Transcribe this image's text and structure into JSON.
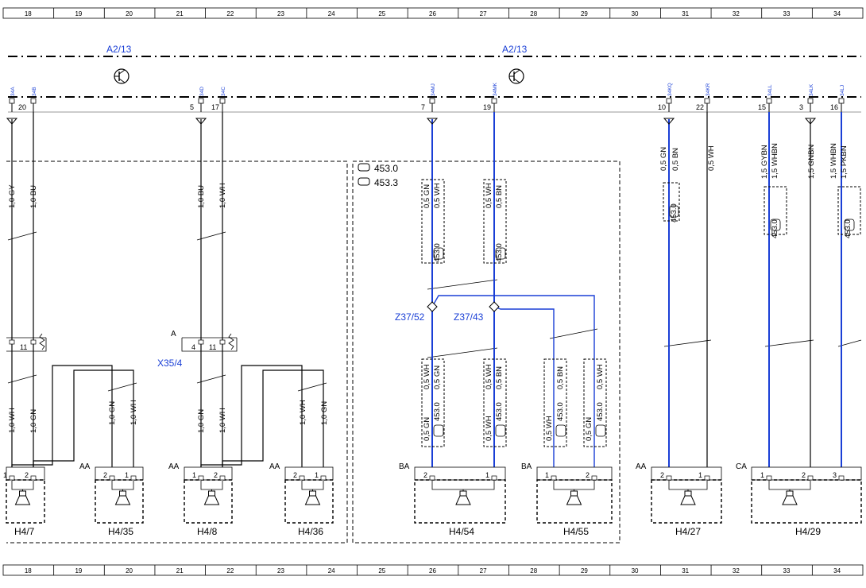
{
  "grid": {
    "columns": [
      "18",
      "19",
      "20",
      "21",
      "22",
      "23",
      "24",
      "25",
      "26",
      "27",
      "28",
      "29",
      "30",
      "31",
      "32",
      "33",
      "34"
    ]
  },
  "units": {
    "unit_left": "A2/13",
    "unit_right": "A2/13"
  },
  "top_pins": [
    {
      "tag": "34A",
      "num": "20"
    },
    {
      "tag": "34B",
      "num": ""
    },
    {
      "tag": "34D",
      "num": "5"
    },
    {
      "tag": "34C",
      "num": "17"
    },
    {
      "tag": "34MJ",
      "num": "7"
    },
    {
      "tag": "34MK",
      "num": "19"
    },
    {
      "tag": "34KQ",
      "num": "10"
    },
    {
      "tag": "34KR",
      "num": "22"
    },
    {
      "tag": "34LL",
      "num": "15"
    },
    {
      "tag": "34LK",
      "num": "3"
    },
    {
      "tag": "34LJ",
      "num": "16"
    }
  ],
  "model_box": {
    "codes": [
      "453.0",
      "453.3"
    ]
  },
  "wire_labels": {
    "w1": "1,0 GY",
    "w2": "1,0 BU",
    "w3": "1,0 BU",
    "w4": "1,0 WH",
    "w5": "0,5 GN",
    "w6": "0,5 WH",
    "w7": "0,5 WH",
    "w8": "0,5 BN",
    "w9": "0,5 GN",
    "w10": "0,5 BN",
    "w11": "0,5 WH",
    "w12": "1,5 GYBN",
    "w13": "1,5 WHBN",
    "w14": "1,5 GNBN",
    "w15": "1,5 WHBN",
    "w16": "1,5 PKBN",
    "l1": "1,0 WH",
    "l2": "1,0 GN",
    "l3": "1,0 GN",
    "l4": "1,0 WH",
    "l5": "1,0 GN",
    "l6": "1,0 WH",
    "l7": "1,0 WH",
    "l8": "1,0 GN",
    "m1": "0,5 WH",
    "m2": "0,5 GN",
    "m3": "0,5 BN",
    "m4": "0,5 WH",
    "n1": "0,5 GN",
    "n2": "0,5 WH",
    "n3": "0,5 WH",
    "n4": "0,5 GN",
    "code": "453.0"
  },
  "connector_x35": {
    "label": "X35/4",
    "side_label": "A",
    "pins": [
      "4",
      "11"
    ],
    "pins_left": [
      "11"
    ]
  },
  "splices": [
    {
      "label": "Z37/52"
    },
    {
      "label": "Z37/43"
    }
  ],
  "speakers": [
    {
      "id": "H4/7",
      "group": "",
      "pins": [
        "1",
        "2"
      ]
    },
    {
      "id": "H4/35",
      "group": "AA",
      "pins": [
        "2",
        "1"
      ]
    },
    {
      "id": "H4/8",
      "group": "AA",
      "pins": [
        "1",
        "2"
      ]
    },
    {
      "id": "H4/36",
      "group": "AA",
      "pins": [
        "2",
        "1"
      ]
    },
    {
      "id": "H4/54",
      "group": "BA",
      "pins": [
        "2",
        "1"
      ]
    },
    {
      "id": "H4/55",
      "group": "BA",
      "pins": [
        "1",
        "2"
      ]
    },
    {
      "id": "H4/27",
      "group": "AA",
      "pins": [
        "2",
        "1"
      ]
    },
    {
      "id": "H4/29",
      "group": "CA",
      "pins": [
        "1",
        "2",
        "3"
      ]
    }
  ]
}
